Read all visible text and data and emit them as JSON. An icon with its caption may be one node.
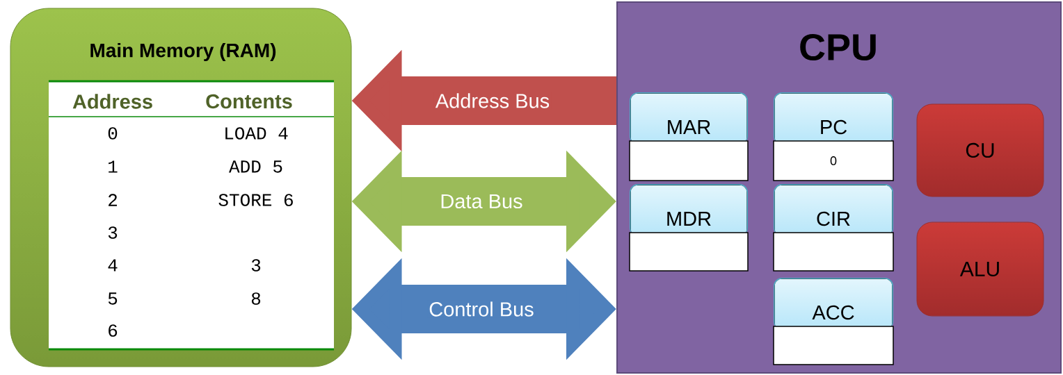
{
  "diagram": {
    "nodes": [
      {
        "text": [
          "Main Memory (RAM)"
        ]
      },
      {
        "text": [
          "CPU"
        ]
      },
      {
        "text": [
          "MAR"
        ],
        "in": 1
      },
      {
        "text": [
          "PC",
          "0"
        ],
        "in": 1
      },
      {
        "text": [
          "MDR"
        ],
        "in": 1
      },
      {
        "text": [
          "CIR"
        ],
        "in": 1
      },
      {
        "text": [
          "ACC"
        ],
        "in": 1
      },
      {
        "text": [
          "CU"
        ],
        "in": 1
      },
      {
        "text": [
          "ALU"
        ],
        "in": 1
      }
    ],
    "edges": [
      {
        "from": 1,
        "to": 0,
        "arrow": "to",
        "label": "Address Bus",
        "color": "#c0504d"
      },
      {
        "from": 0,
        "to": 1,
        "arrow": "both",
        "label": "Data Bus",
        "color": "#9bbb59"
      },
      {
        "from": 0,
        "to": 1,
        "arrow": "both",
        "label": "Control Bus",
        "color": "#4f81bd"
      }
    ],
    "labels": [
      "Address",
      "Contents",
      "0",
      "LOAD 4",
      "1",
      "ADD 5",
      "2",
      "STORE 6",
      "3",
      "4",
      "3",
      "5",
      "8",
      "6"
    ]
  }
}
